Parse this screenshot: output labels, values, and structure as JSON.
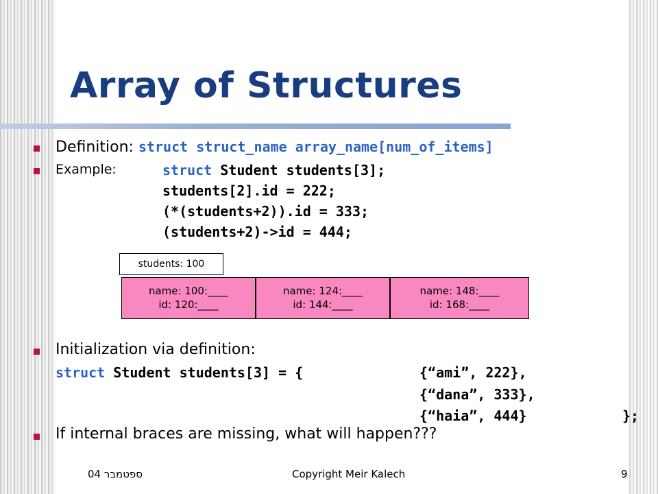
{
  "title": "Array of Structures",
  "definition": {
    "label": "Definition: ",
    "code": "struct struct_name array_name[num_of_items]"
  },
  "example": {
    "label": "Example:",
    "line1_kw": "struct",
    "line1_rest": " Student students[3];",
    "line2": "students[2].id = 222;",
    "line3": "(*(students+2)).id = 333;",
    "line4": "(students+2)->id = 444;"
  },
  "diagram": {
    "pointer_label": "students: 100",
    "cells": [
      {
        "name": "name: 100:____",
        "id": "id: 120:____"
      },
      {
        "name": "name: 124:____",
        "id": "id: 144:____"
      },
      {
        "name": "name: 148:____",
        "id": "id: 168:____"
      }
    ]
  },
  "initialization": {
    "label": "Initialization via definition:",
    "line1_kw": "struct",
    "line1_rest": " Student students[3] = {",
    "entry1": "{“ami”, 222},",
    "entry2": "{“dana”, 333},",
    "entry3": "{“haia”, 444}",
    "closing": "};"
  },
  "question": "If internal braces are missing, what will happen???",
  "footer": {
    "date": "ספטמבר 04",
    "copyright": "Copyright Meir Kalech",
    "page": "9"
  },
  "colors": {
    "title": "#1a3d80",
    "bullet": "#b3114e",
    "keyword": "#2a63c2",
    "cell_fill": "#f888bf"
  }
}
